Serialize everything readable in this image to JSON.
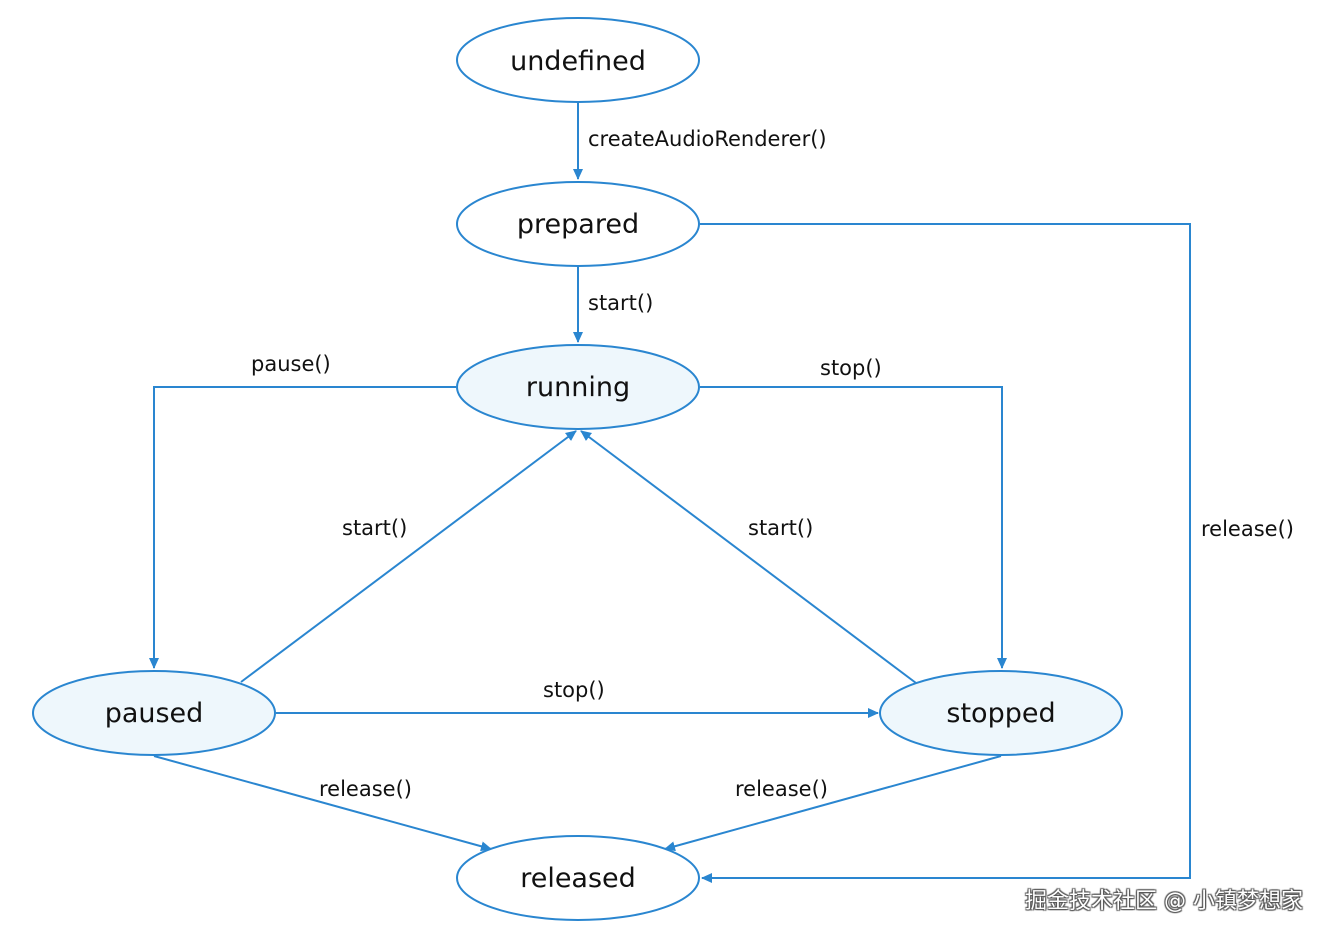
{
  "states": {
    "undefined": "undefined",
    "prepared": "prepared",
    "running": "running",
    "paused": "paused",
    "stopped": "stopped",
    "released": "released"
  },
  "transitions": {
    "undefined_to_prepared": "createAudioRenderer()",
    "prepared_to_running": "start()",
    "running_to_paused": "pause()",
    "running_to_stopped": "stop()",
    "paused_to_running": "start()",
    "stopped_to_running": "start()",
    "paused_to_stopped": "stop()",
    "paused_to_released": "release()",
    "stopped_to_released": "release()",
    "prepared_to_released": "release()"
  },
  "watermark": "掘金技术社区 @ 小镇梦想家",
  "colors": {
    "edge": "#2a86d0",
    "tinted_fill": "#eef7fc"
  }
}
